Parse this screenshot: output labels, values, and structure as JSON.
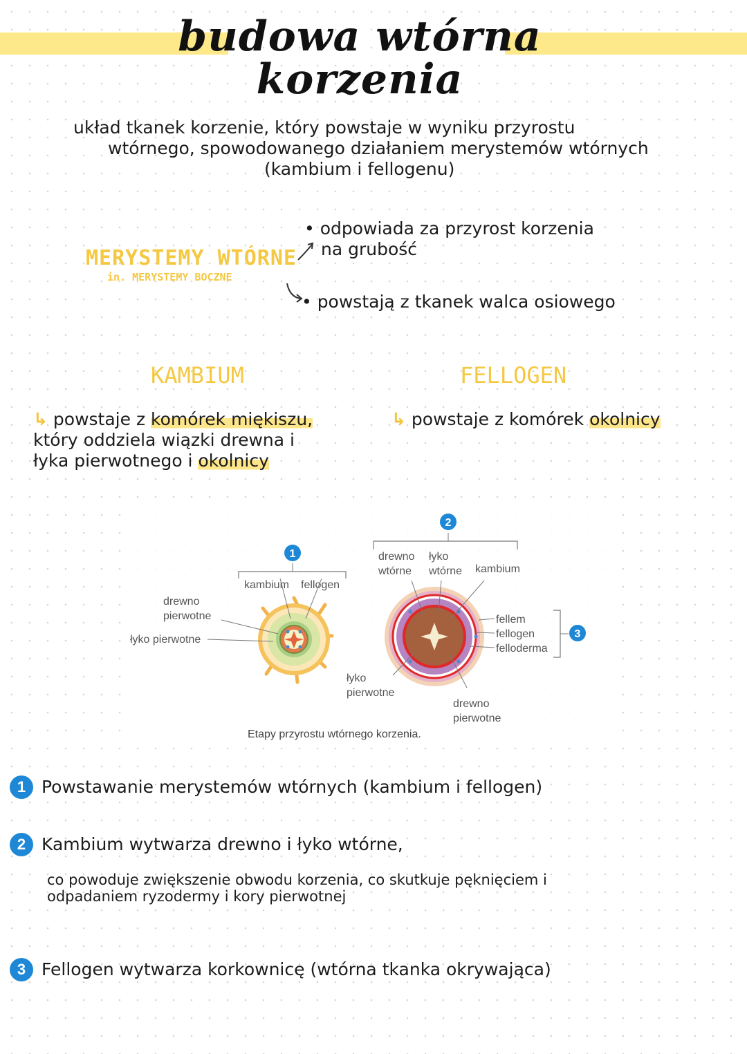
{
  "title": {
    "line1": "budowa wtórna",
    "line2": "korzenia"
  },
  "intro": {
    "line1": "układ tkanek korzenie, który powstaje w wyniku przyrostu",
    "line2": "wtórnego, spowodowanego działaniem merystemów wtórnych",
    "line3": "(kambium i fellogenu)"
  },
  "meristems": {
    "heading": "MERYSTEMY WTÓRNE",
    "subheading": "in. MERYSTEMY BOCZNE",
    "point1_line1": "• odpowiada za przyrost korzenia",
    "point1_line2": "na grubość",
    "point2": "• powstają z tkanek walca osiowego"
  },
  "kambium": {
    "heading": "KAMBIUM",
    "text_pre": "powstaje z ",
    "hl1": "komórek miękiszu,",
    "line2": "który oddziela wiązki drewna i",
    "line3_pre": "łyka pierwotnego i ",
    "hl2": "okolnicy"
  },
  "fellogen": {
    "heading": "FELLOGEN",
    "text_pre": "powstaje z komórek ",
    "hl": "okolnicy"
  },
  "figure": {
    "caption": "Etapy przyrostu wtórnego korzenia.",
    "badge1": "1",
    "badge2": "2",
    "badge3": "3",
    "stage1": {
      "kambium": "kambium",
      "fellogen": "fellogen",
      "drewno": "drewno",
      "pierwotne": "pierwotne",
      "lyko": "łyko pierwotne"
    },
    "stage2": {
      "drewno": "drewno",
      "wtorne_a": "wtórne",
      "lyko": "łyko",
      "wtorne_b": "wtórne",
      "kambium": "kambium",
      "fellem": "fellem",
      "fellogen": "fellogen",
      "felloderma": "felloderma",
      "lyko_p": "łyko",
      "pierwotne_a": "pierwotne",
      "drewno_p": "drewno",
      "pierwotne_b": "pierwotne"
    }
  },
  "notes": [
    {
      "num": "1",
      "text": "Powstawanie merystemów wtórnych (kambium i fellogen)"
    },
    {
      "num": "2",
      "text": "Kambium wytwarza drewno i łyko wtórne,",
      "text2": "co powoduje zwiększenie obwodu korzenia, co skutkuje pęknięciem i",
      "text3": "odpadaniem ryzodermy i kory pierwotnej"
    },
    {
      "num": "3",
      "text": "Fellogen wytwarza korkownicę (wtórna tkanka okrywająca)"
    }
  ],
  "colors": {
    "highlight": "#fde68a",
    "heading_yellow": "#f5c842",
    "badge": "#1e88d6"
  }
}
